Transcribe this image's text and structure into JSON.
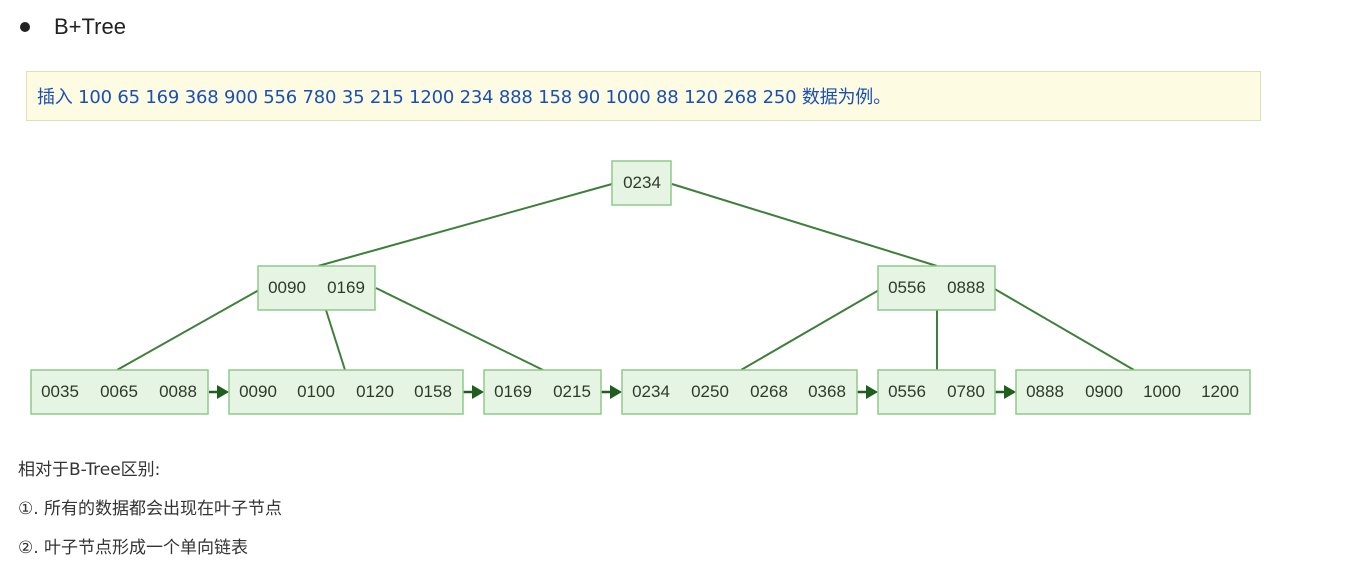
{
  "heading": {
    "title": "B+Tree"
  },
  "insert_note": "插入 100 65 169 368 900 556 780 35 215 1200 234 888 158 90 1000 88 120 268 250 数据为例。",
  "tree": {
    "root": {
      "keys": [
        "0234"
      ]
    },
    "internal": [
      {
        "keys": [
          "0090",
          "0169"
        ]
      },
      {
        "keys": [
          "0556",
          "0888"
        ]
      }
    ],
    "leaves": [
      {
        "keys": [
          "0035",
          "0065",
          "0088"
        ]
      },
      {
        "keys": [
          "0090",
          "0100",
          "0120",
          "0158"
        ]
      },
      {
        "keys": [
          "0169",
          "0215"
        ]
      },
      {
        "keys": [
          "0234",
          "0250",
          "0268",
          "0368"
        ]
      },
      {
        "keys": [
          "0556",
          "0780"
        ]
      },
      {
        "keys": [
          "0888",
          "0900",
          "1000",
          "1200"
        ]
      }
    ]
  },
  "differences": {
    "title": "相对于B-Tree区别:",
    "items": [
      "①. 所有的数据都会出现在叶子节点",
      "②. 叶子节点形成一个单向链表"
    ]
  },
  "colors": {
    "node_fill": "#e6f5e3",
    "node_border": "#8fc98a",
    "edge": "#3e7f3a",
    "note_bg": "#fdfbe2",
    "note_text": "#1a4fb8"
  }
}
